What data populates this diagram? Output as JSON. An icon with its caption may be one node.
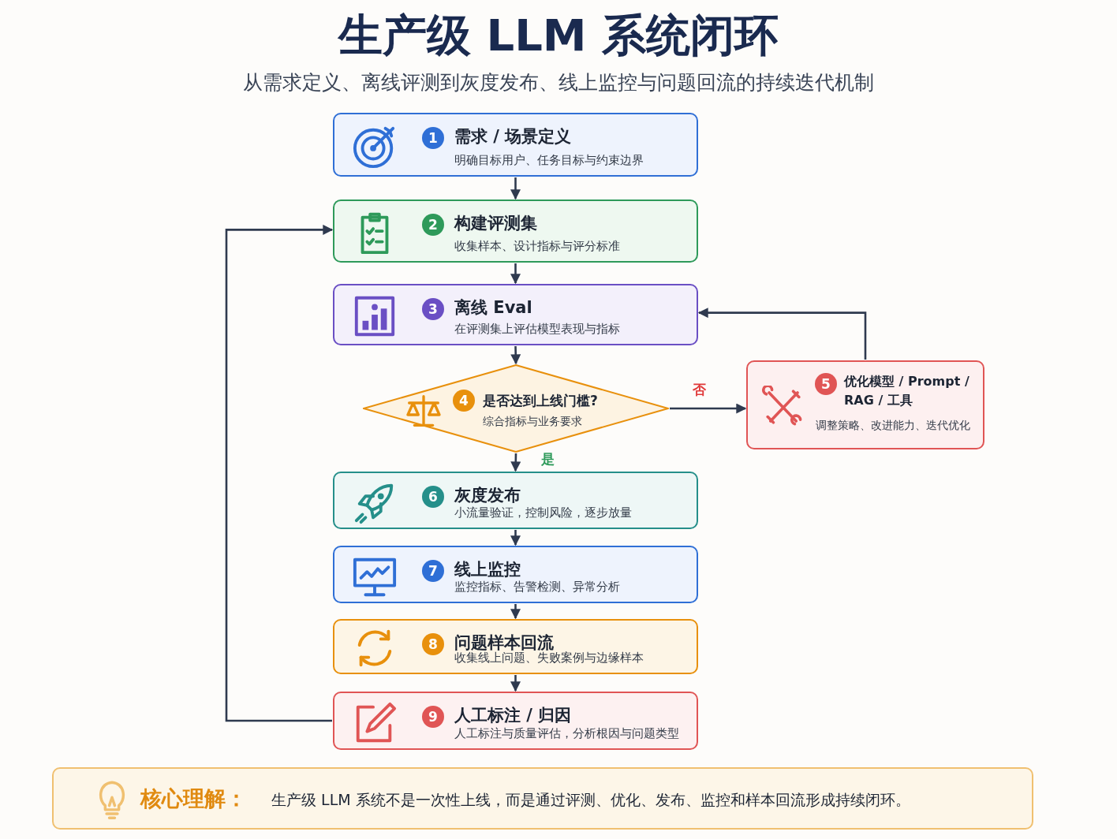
{
  "diagram": {
    "title": "生产级 LLM 系统闭环",
    "nodes": [
      {
        "text": [
          "1",
          "需求 / 场景定义",
          "明确目标用户、任务目标与约束边界"
        ]
      },
      {
        "text": [
          "2",
          "构建评测集",
          "收集样本、设计指标与评分标准"
        ]
      },
      {
        "text": [
          "3",
          "离线 Eval",
          "在评测集上评估模型表现与指标"
        ]
      },
      {
        "text": [
          "4",
          "是否达到上线门槛?",
          "综合指标与业务要求"
        ]
      },
      {
        "text": [
          "5",
          "优化模型 / Prompt / RAG / 工具",
          "调整策略、改进能力、迭代优化"
        ]
      },
      {
        "text": [
          "6",
          "灰度发布",
          "小流量验证，控制风险，逐步放量"
        ]
      },
      {
        "text": [
          "7",
          "线上监控",
          "监控指标、告警检测、异常分析"
        ]
      },
      {
        "text": [
          "8",
          "问题样本回流",
          "收集线上问题、失败案例与边缘样本"
        ]
      },
      {
        "text": [
          "9",
          "人工标注 / 归因",
          "人工标注与质量评估，分析根因与问题类型"
        ]
      },
      {
        "text": [
          "核心理解：",
          "生产级 LLM 系统不是一次性上线，而是通过评测、优化、发布、监控和样本回流形成持续闭环。"
        ]
      }
    ],
    "edges": [
      {
        "from": 0,
        "to": 1,
        "arrow": "to"
      },
      {
        "from": 1,
        "to": 2,
        "arrow": "to"
      },
      {
        "from": 2,
        "to": 3,
        "arrow": "to"
      },
      {
        "from": 3,
        "to": 4,
        "arrow": "to",
        "label": "否"
      },
      {
        "from": 4,
        "to": 2,
        "arrow": "to"
      },
      {
        "from": 3,
        "to": 5,
        "arrow": "to",
        "label": "是"
      },
      {
        "from": 5,
        "to": 6,
        "arrow": "to"
      },
      {
        "from": 6,
        "to": 7,
        "arrow": "to"
      },
      {
        "from": 7,
        "to": 8,
        "arrow": "to"
      },
      {
        "from": 8,
        "to": 1,
        "arrow": "to"
      }
    ],
    "labels": [
      "从需求定义、离线评测到灰度发布、线上监控与问题回流的持续迭代机制"
    ]
  }
}
